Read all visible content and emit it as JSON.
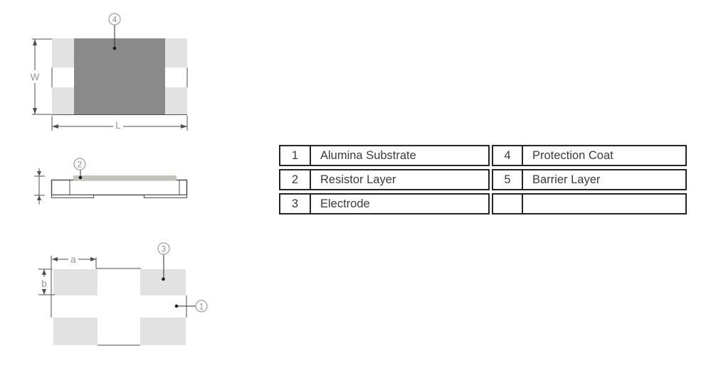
{
  "diagram": {
    "colors": {
      "termination_gray": "#e2e2e2",
      "protection_coat_gray": "#8a8a8a",
      "resistor_layer_gray": "#c6c2bc"
    },
    "top_view": {
      "callout_protection_coat": "4",
      "width_label": "W",
      "length_label": "L"
    },
    "side_view": {
      "callout_resistor_layer": "2"
    },
    "bottom_view": {
      "callout_electrode": "3",
      "callout_substrate": "1",
      "dim_a_label": "a",
      "dim_b_label": "b"
    }
  },
  "legend_table": {
    "left_rows": [
      {
        "num": "1",
        "label": "Alumina Substrate"
      },
      {
        "num": "2",
        "label": "Resistor Layer"
      },
      {
        "num": "3",
        "label": "Electrode"
      }
    ],
    "right_rows": [
      {
        "num": "4",
        "label": "Protection Coat"
      },
      {
        "num": "5",
        "label": "Barrier Layer"
      },
      {
        "num": "",
        "label": ""
      }
    ]
  }
}
